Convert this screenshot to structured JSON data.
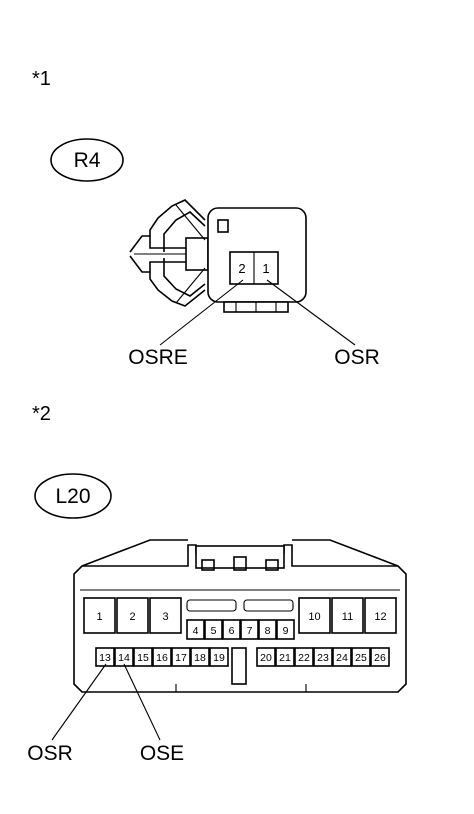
{
  "sections": [
    {
      "note": "*1",
      "connector": "R4",
      "pins": [
        {
          "label": "2",
          "wire": "OSRE"
        },
        {
          "label": "1",
          "wire": "OSR"
        }
      ],
      "leaders": [
        "OSRE",
        "OSR"
      ]
    },
    {
      "note": "*2",
      "connector": "L20",
      "pins_large_left": [
        "1",
        "2",
        "3"
      ],
      "pins_large_right": [
        "10",
        "11",
        "12"
      ],
      "pins_row2": [
        "4",
        "5",
        "6",
        "7",
        "8",
        "9"
      ],
      "pins_row3_left": [
        "13",
        "14",
        "15",
        "16",
        "17",
        "18",
        "19"
      ],
      "pins_row3_right": [
        "20",
        "21",
        "22",
        "23",
        "24",
        "25",
        "26"
      ],
      "leaders": [
        "OSR",
        "OSE"
      ]
    }
  ]
}
